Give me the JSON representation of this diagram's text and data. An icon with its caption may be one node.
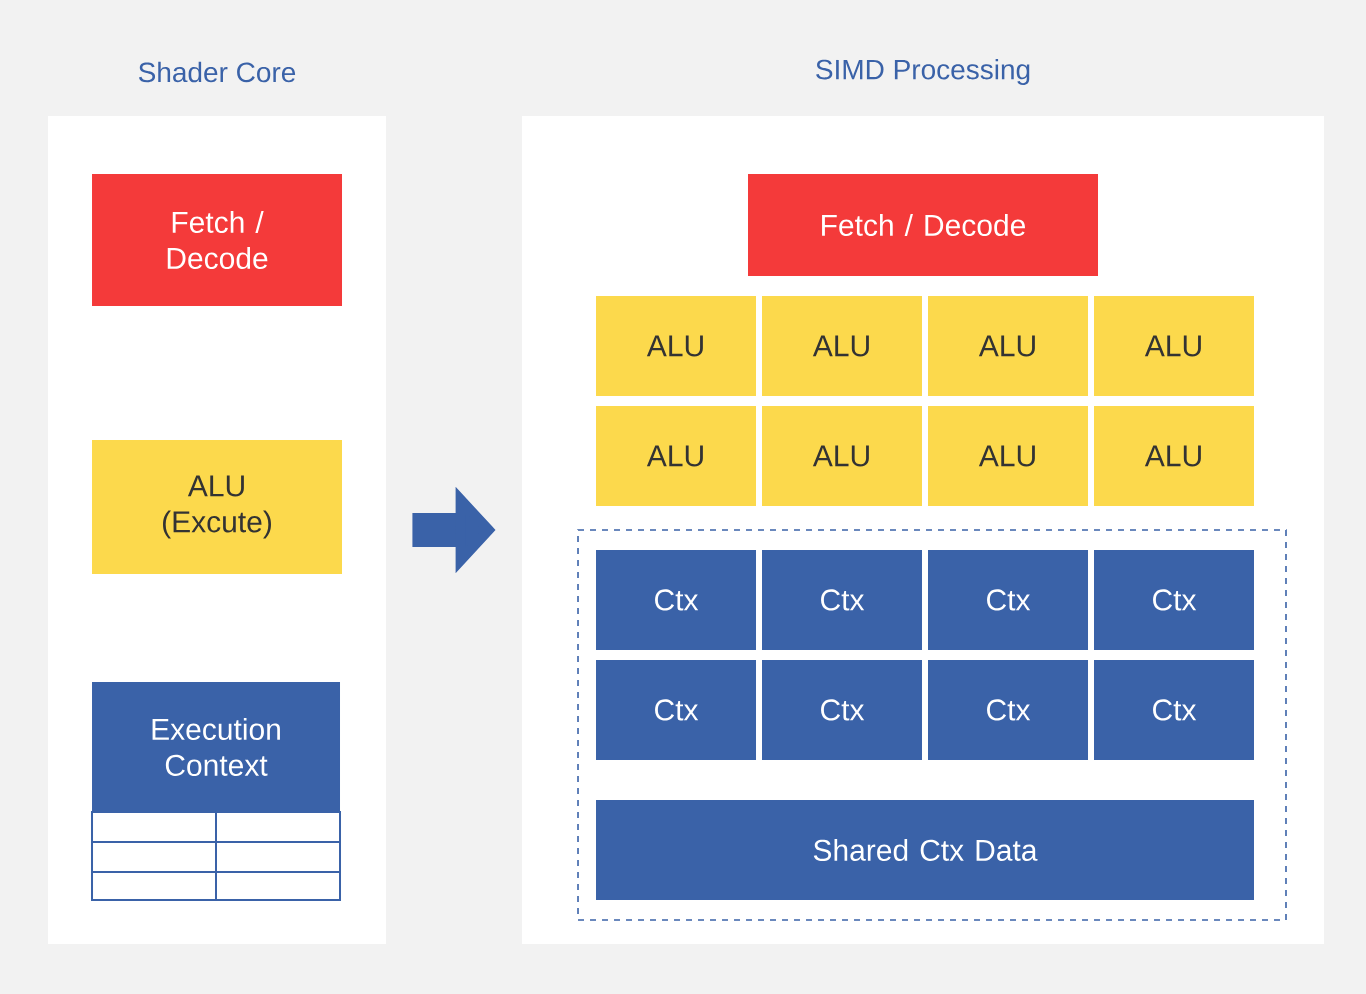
{
  "diagram": {
    "nodes": [
      {
        "text": [
          "Shader Core"
        ]
      },
      {
        "text": [
          "Fetch / Decode"
        ],
        "in": 0
      },
      {
        "text": [
          "ALU (Excute)"
        ],
        "in": 0
      },
      {
        "text": [
          "Execution Context"
        ],
        "in": 0
      },
      {
        "text": [
          "SIMD Processing"
        ]
      },
      {
        "text": [
          "Fetch / Decode"
        ],
        "in": 4
      },
      {
        "text": [
          "ALU"
        ],
        "in": 4
      },
      {
        "text": [
          "ALU"
        ],
        "in": 4
      },
      {
        "text": [
          "ALU"
        ],
        "in": 4
      },
      {
        "text": [
          "ALU"
        ],
        "in": 4
      },
      {
        "text": [
          "ALU"
        ],
        "in": 4
      },
      {
        "text": [
          "ALU"
        ],
        "in": 4
      },
      {
        "text": [
          "ALU"
        ],
        "in": 4
      },
      {
        "text": [
          "ALU"
        ],
        "in": 4
      },
      {
        "text": [],
        "shape": "box",
        "in": 4
      },
      {
        "text": [
          "Ctx"
        ],
        "in": 14
      },
      {
        "text": [
          "Ctx"
        ],
        "in": 14
      },
      {
        "text": [
          "Ctx"
        ],
        "in": 14
      },
      {
        "text": [
          "Ctx"
        ],
        "in": 14
      },
      {
        "text": [
          "Ctx"
        ],
        "in": 14
      },
      {
        "text": [
          "Ctx"
        ],
        "in": 14
      },
      {
        "text": [
          "Ctx"
        ],
        "in": 14
      },
      {
        "text": [
          "Ctx"
        ],
        "in": 14
      },
      {
        "text": [
          "Shared Ctx Data"
        ],
        "in": 14
      }
    ],
    "edges": [
      {
        "from": 0,
        "to": 4,
        "arrow": "to"
      }
    ]
  }
}
